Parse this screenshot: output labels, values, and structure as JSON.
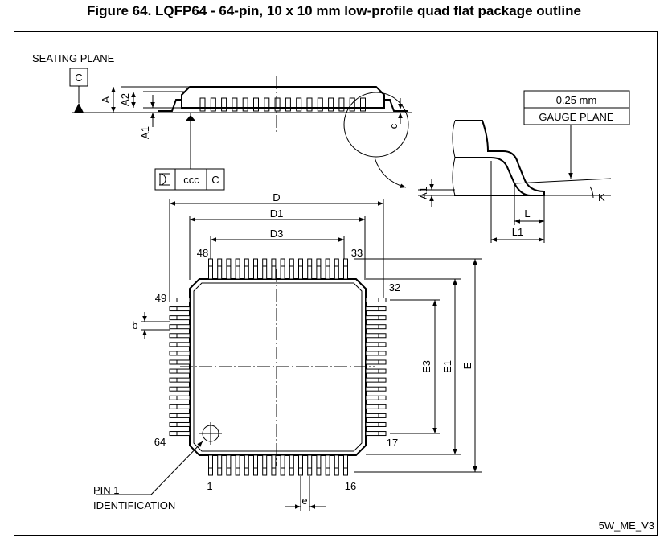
{
  "title": "Figure 64. LQFP64 - 64-pin, 10 x 10 mm low-profile quad flat package outline",
  "side_view": {
    "seating_plane": "SEATING PLANE",
    "datum": "C",
    "labels": {
      "A": "A",
      "A2": "A2",
      "A1": "A1",
      "c": "c"
    },
    "tolerance_symbol": "ccc",
    "tolerance_datum": "C"
  },
  "detail_view": {
    "gauge_value": "0.25 mm",
    "gauge_label": "GAUGE PLANE",
    "labels": {
      "A1": "A1",
      "K": "K",
      "L": "L",
      "L1": "L1"
    }
  },
  "top_view": {
    "dims": {
      "D": "D",
      "D1": "D1",
      "D3": "D3",
      "E": "E",
      "E1": "E1",
      "E3": "E3",
      "b": "b",
      "e": "e"
    },
    "pins": {
      "p1": "1",
      "p16": "16",
      "p17": "17",
      "p32": "32",
      "p33": "33",
      "p48": "48",
      "p49": "49",
      "p64": "64"
    },
    "pin1_line1": "PIN 1",
    "pin1_line2": "IDENTIFICATION"
  },
  "drawing_code": "5W_ME_V3"
}
